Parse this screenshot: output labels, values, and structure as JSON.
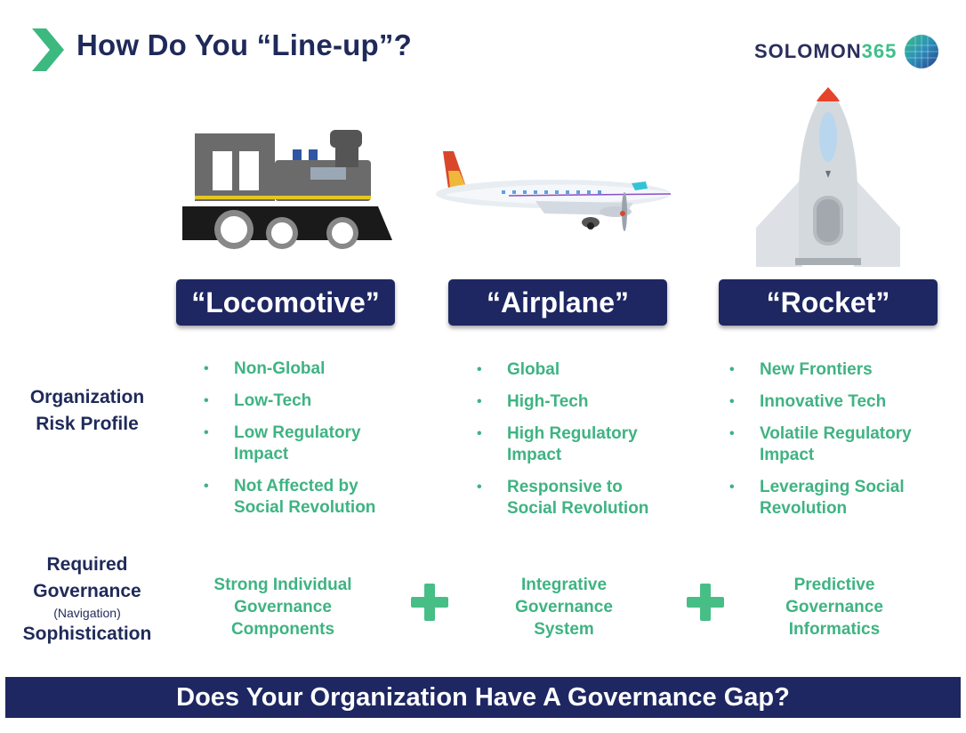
{
  "header": {
    "title": "How Do You “Line-up”?"
  },
  "logo": {
    "brand": "SOLOMON",
    "number": "365"
  },
  "columns": [
    {
      "label": "“Locomotive”",
      "icon": "locomotive-icon",
      "risk": [
        "Non-Global",
        "Low-Tech",
        "Low Regulatory Impact",
        "Not Affected by Social Revolution"
      ],
      "governance": [
        "Strong Individual",
        "Governance",
        "Components"
      ]
    },
    {
      "label": "“Airplane”",
      "icon": "airplane-icon",
      "risk": [
        "Global",
        "High-Tech",
        "High Regulatory Impact",
        "Responsive to Social Revolution"
      ],
      "governance": [
        "Integrative",
        "Governance",
        "System"
      ]
    },
    {
      "label": "“Rocket”",
      "icon": "rocket-icon",
      "risk": [
        "New Frontiers",
        "Innovative Tech",
        "Volatile Regulatory Impact",
        "Leveraging Social Revolution"
      ],
      "governance": [
        "Predictive",
        "Governance",
        "Informatics"
      ]
    }
  ],
  "rows": {
    "risk": {
      "line1": "Organization",
      "line2": "Risk Profile"
    },
    "governance": {
      "line1": "Required",
      "line2": "Governance",
      "small": "(Navigation)",
      "line3": "Sophistication"
    }
  },
  "footer": {
    "text": "Does Your Organization Have A Governance Gap?"
  },
  "colors": {
    "navy": "#1e2762",
    "green": "#3fb383",
    "plus_green": "#47be85"
  }
}
